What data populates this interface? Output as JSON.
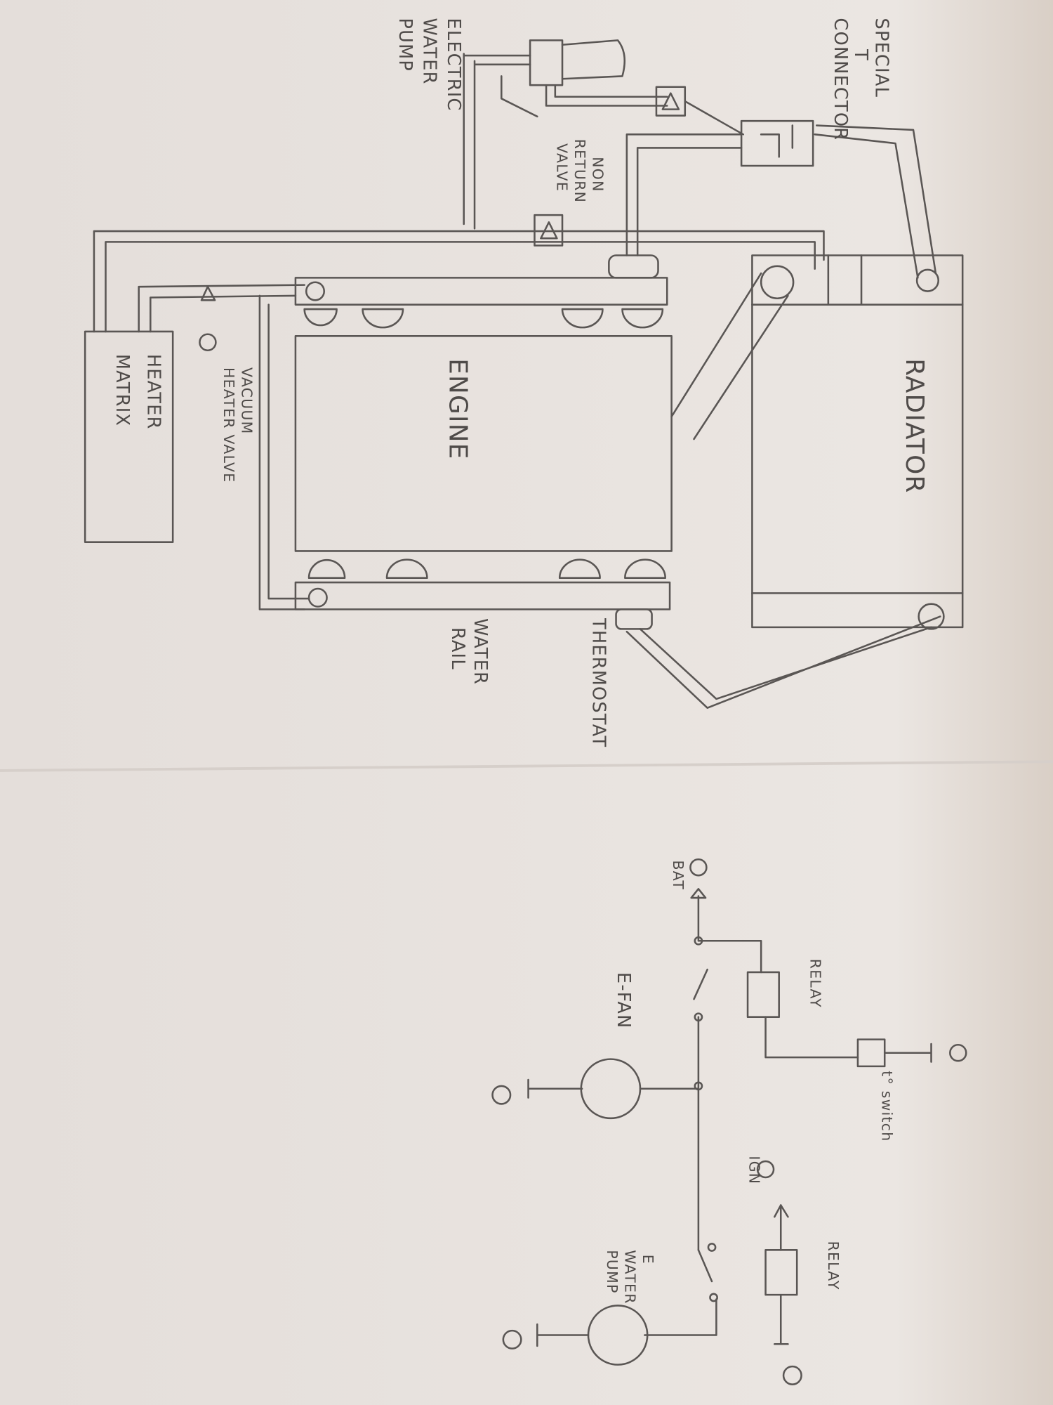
{
  "cooling_diagram": {
    "electric_pump": [
      "ELECTRIC",
      "WATER",
      "PUMP"
    ],
    "t_connector": [
      "SPECIAL",
      "T",
      "CONNECTOR"
    ],
    "non_return_valve": [
      "NON",
      "RETURN",
      "VALVE"
    ],
    "radiator": "RADIATOR",
    "engine": "ENGINE",
    "heater_matrix": [
      "HEATER",
      "MATRIX"
    ],
    "heater_valve": [
      "VACUUM",
      "HEATER VALVE"
    ],
    "water_rail": [
      "WATER",
      "RAIL"
    ],
    "thermostat": "THERMOSTAT"
  },
  "wiring_diagram": {
    "battery": "BAT",
    "relay_1": "RELAY",
    "temp_switch": "t° switch",
    "efan": "E-FAN",
    "ignition": "IGN",
    "relay_2": "RELAY",
    "water_pump": [
      "E",
      "WATER",
      "PUMP"
    ],
    "plus": "+",
    "minus": "−"
  },
  "colors": {
    "paper": "#e6e0dc",
    "ink": "#5a5654"
  }
}
